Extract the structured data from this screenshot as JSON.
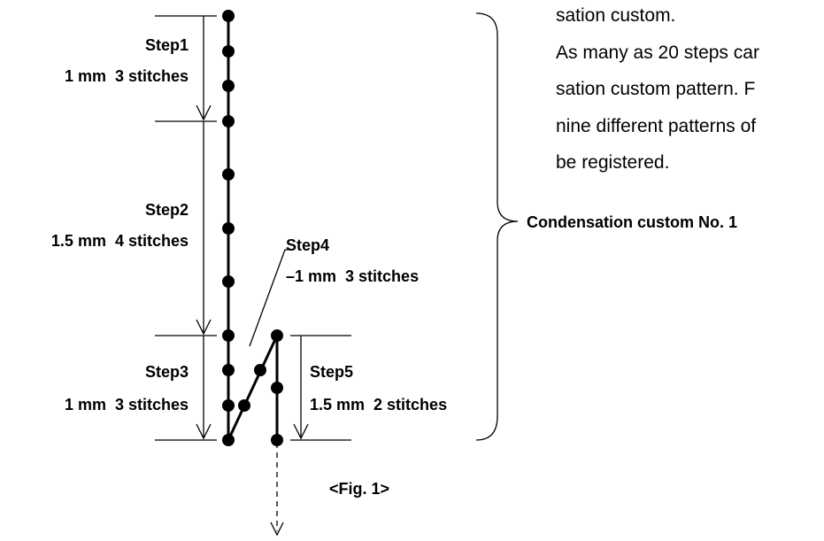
{
  "steps": [
    {
      "title": "Step1",
      "detail": "1 mm  3 stitches"
    },
    {
      "title": "Step2",
      "detail": "1.5 mm  4 stitches"
    },
    {
      "title": "Step3",
      "detail": "1 mm  3 stitches"
    },
    {
      "title": "Step4",
      "detail": "–1 mm  3 stitches"
    },
    {
      "title": "Step5",
      "detail": "1.5 mm  2 stitches"
    }
  ],
  "bracket_label": "Condensation custom No. 1",
  "figure_caption": "<Fig. 1>",
  "paragraph_lines": [
    "sation custom.",
    "As many as 20 steps car",
    "sation custom pattern. F",
    "nine different patterns of",
    "be registered."
  ]
}
